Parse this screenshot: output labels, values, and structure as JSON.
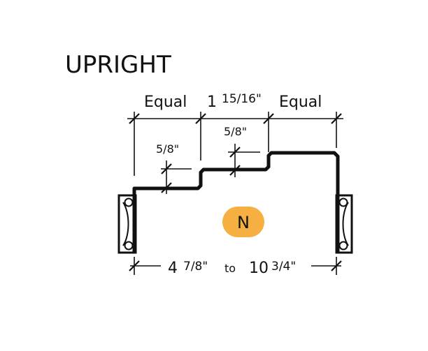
{
  "title": "UPRIGHT",
  "dimensions": {
    "top_left": "Equal",
    "top_center_whole": "1",
    "top_center_fraction": "15/16\"",
    "top_right": "Equal",
    "step_left": "5/8\"",
    "step_right": "5/8\"",
    "bottom_min_whole": "4",
    "bottom_min_fraction": "7/8\"",
    "bottom_to": "to",
    "bottom_max_whole": "10",
    "bottom_max_fraction": "3/4\""
  },
  "badge": {
    "label": "N",
    "color": "#f5b041"
  },
  "colors": {
    "line": "#111111",
    "background": "#ffffff"
  },
  "icons": {
    "left_post": "wall-post-icon",
    "right_post": "wall-post-icon"
  }
}
